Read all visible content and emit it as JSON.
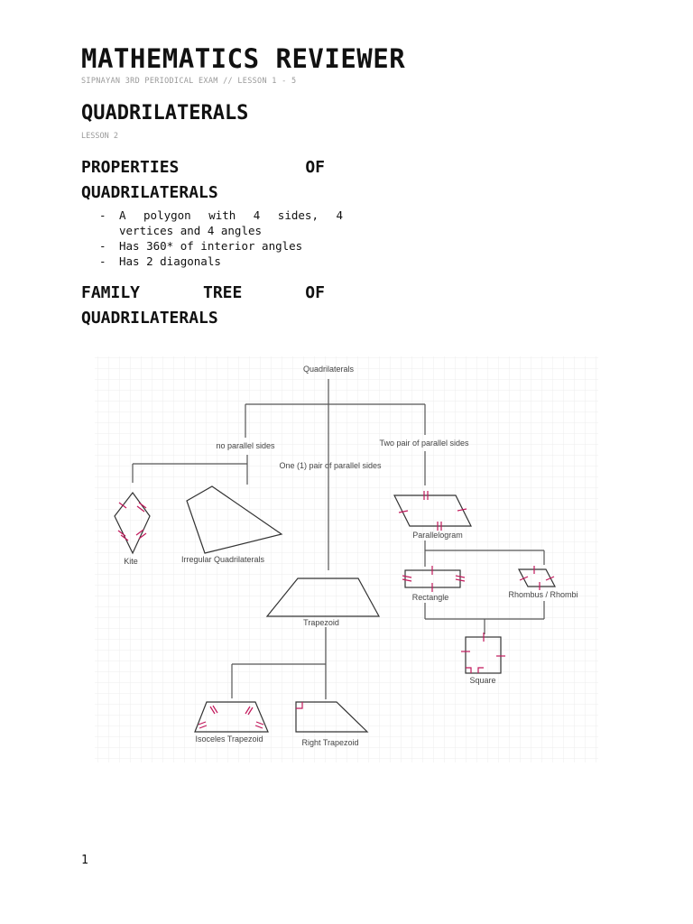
{
  "header": {
    "title": "MATHEMATICS REVIEWER",
    "subtitle": "SIPNAYAN 3RD PERIODICAL EXAM // LESSON 1 - 5"
  },
  "section": {
    "title": "QUADRILATERALS",
    "lesson": "LESSON 2"
  },
  "properties": {
    "heading_line1": [
      "PROPERTIES",
      "OF"
    ],
    "heading_line2": "QUADRILATERALS",
    "bullets": [
      {
        "dash": "-",
        "text": "A polygon with 4 sides, 4 vertices and 4 angles"
      },
      {
        "dash": "-",
        "text": "Has 360* of interior angles"
      },
      {
        "dash": "-",
        "text": "Has 2 diagonals"
      }
    ]
  },
  "family_tree": {
    "heading_line1": [
      "FAMILY",
      "TREE",
      "OF"
    ],
    "heading_line2": "QUADRILATERALS",
    "diagram": {
      "root": "Quadrilaterals",
      "no_parallel": "no parallel sides",
      "one_pair": "One (1) pair of parallel sides",
      "two_pair": "Two pair of parallel sides",
      "kite": "Kite",
      "irregular": "Irregular Quadrilaterals",
      "parallelogram": "Parallelogram",
      "rectangle": "Rectangle",
      "rhombus": "Rhombus / Rhombi",
      "square": "Square",
      "trapezoid": "Trapezoid",
      "isosceles": "Isoceles Trapezoid",
      "right_trapezoid": "Right Trapezoid",
      "tick_color": "#c2185b",
      "grid_color": "#ececec"
    }
  },
  "footer": {
    "page_number": "1"
  }
}
